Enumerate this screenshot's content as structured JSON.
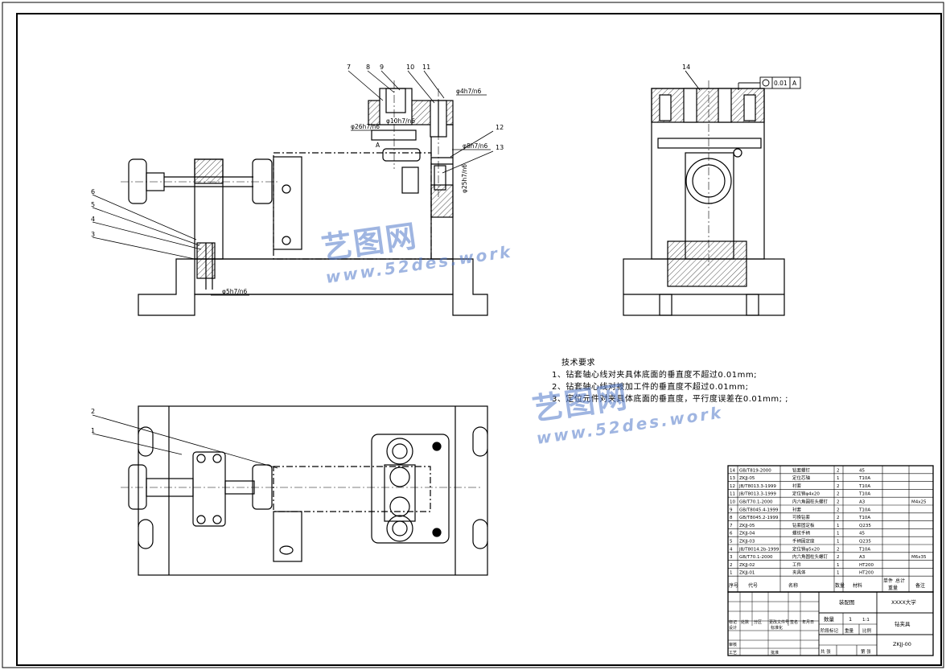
{
  "drawing": {
    "balloons": [
      "7",
      "8",
      "9",
      "10",
      "11",
      "12",
      "13",
      "14",
      "6",
      "5",
      "4",
      "3",
      "2",
      "1"
    ],
    "dims": {
      "d1": "φ4h7/n6",
      "d2": "φ26h7/n6",
      "d3": "φ8h7/n6",
      "d4": "φ10h7/n6",
      "d5": "φ25h7/n6",
      "d6": "φ5h7/n6"
    },
    "datum": "A",
    "tolerance": {
      "value": "0.01",
      "datum": "A"
    }
  },
  "requirements": {
    "title": "技术要求",
    "items": [
      "1、钻套轴心线对夹具体底面的垂直度不超过0.01mm;",
      "2、钻套轴心线对被加工件的垂直度不超过0.01mm;",
      "3、定位元件对夹具体底面的垂直度，平行度误差在0.01mm; ;"
    ]
  },
  "watermark": {
    "brand": "艺图网",
    "url": "www.52des.work"
  },
  "bom": {
    "rows": [
      {
        "no": "14",
        "code": "GB/T819-2000",
        "name": "钻套螺钉",
        "qty": "2",
        "mat": "45",
        "note": ""
      },
      {
        "no": "13",
        "code": "ZKJJ-05",
        "name": "定位芯轴",
        "qty": "1",
        "mat": "T10A",
        "note": ""
      },
      {
        "no": "12",
        "code": "JB/T8013.3-1999",
        "name": "衬套",
        "qty": "2",
        "mat": "T10A",
        "note": ""
      },
      {
        "no": "11",
        "code": "JB/T8013.3-1999",
        "name": "定位销φ4x20",
        "qty": "2",
        "mat": "T10A",
        "note": ""
      },
      {
        "no": "10",
        "code": "GB/T70.1-2000",
        "name": "内六角圆柱头螺钉",
        "qty": "2",
        "mat": "A3",
        "note": "M4x25"
      },
      {
        "no": "9",
        "code": "GB/T8045.4-1999",
        "name": "衬套",
        "qty": "2",
        "mat": "T10A",
        "note": ""
      },
      {
        "no": "8",
        "code": "GB/T8045.2-1999",
        "name": "可换钻套",
        "qty": "2",
        "mat": "T10A",
        "note": ""
      },
      {
        "no": "7",
        "code": "ZKJJ-05",
        "name": "钻套固定板",
        "qty": "1",
        "mat": "Q235",
        "note": ""
      },
      {
        "no": "6",
        "code": "ZKJJ-04",
        "name": "螺纹手柄",
        "qty": "1",
        "mat": "45",
        "note": ""
      },
      {
        "no": "5",
        "code": "ZKJJ-03",
        "name": "手柄固定座",
        "qty": "1",
        "mat": "Q235",
        "note": ""
      },
      {
        "no": "4",
        "code": "JB/T8014.2b-1999",
        "name": "定位销φ5x20",
        "qty": "2",
        "mat": "T10A",
        "note": ""
      },
      {
        "no": "3",
        "code": "GB/T70.1-2000",
        "name": "内六角圆柱头螺钉",
        "qty": "2",
        "mat": "A3",
        "note": "M6x35"
      },
      {
        "no": "2",
        "code": "ZKJJ-02",
        "name": "工件",
        "qty": "1",
        "mat": "HT200",
        "note": ""
      },
      {
        "no": "1",
        "code": "ZKJJ-01",
        "name": "夹具体",
        "qty": "1",
        "mat": "HT200",
        "note": ""
      }
    ],
    "header": {
      "no": "序号",
      "code": "代号",
      "name": "名称",
      "qty": "数量",
      "mat": "材料",
      "unit": "单件",
      "total": "总计",
      "weight": "重量",
      "note": "备注"
    }
  },
  "titleblock": {
    "drawing_name": "装配图",
    "school": "XXXX大学",
    "qty_label": "数量",
    "qty_value": "1",
    "stage_label": "阶段标记",
    "weight_label": "重量",
    "scale_label": "比例",
    "scale_value": "1:1",
    "title": "钻夹具",
    "code": "ZKJJ-00",
    "design": "设计",
    "check": "审核",
    "craft": "工艺",
    "approve": "批准",
    "std": "标准化",
    "sheet1": "共 张",
    "sheet2": "第 张",
    "mark": "标记",
    "count": "处数",
    "zone": "分区",
    "change": "更改文件号",
    "sign": "签名",
    "date": "年月日"
  }
}
